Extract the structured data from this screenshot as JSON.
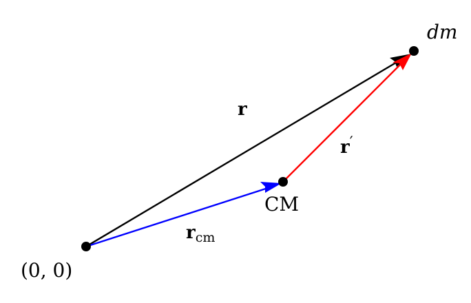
{
  "diagram": {
    "points": {
      "origin": {
        "label": "(0, 0)"
      },
      "cm": {
        "label": "CM"
      },
      "dm": {
        "label": "dm"
      }
    },
    "vectors": {
      "r": {
        "symbol": "r",
        "color": "#000000"
      },
      "r_cm": {
        "symbol": "r",
        "subscript": "cm",
        "color": "#0000ff"
      },
      "r_prime": {
        "symbol": "r",
        "prime": "′",
        "color": "#ff0000"
      }
    }
  }
}
